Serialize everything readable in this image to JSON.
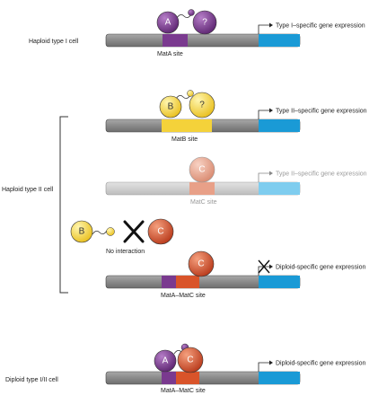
{
  "labels": {
    "haploid_type1": "Haploid type I cell",
    "haploid_type2": "Haploid type II cell",
    "diploid": "Diploid type I/II cell"
  },
  "rows": [
    {
      "site": "MatA site",
      "expression": "Type I–specific gene expression",
      "proteins": [
        "A",
        "?"
      ]
    },
    {
      "site": "MatB site",
      "expression": "Type II–specific gene expression",
      "proteins": [
        "B",
        "?"
      ]
    },
    {
      "site": "MatC site",
      "expression": "Type II–specific gene expression",
      "proteins": [
        "C"
      ]
    },
    {
      "site": "MatA–MatC site",
      "expression": "Diploid-specific gene expression",
      "proteins": [
        "C"
      ]
    },
    {
      "site": "MatA–MatC site",
      "expression": "Diploid-specific gene expression",
      "proteins": [
        "A",
        "C"
      ]
    }
  ],
  "interaction": {
    "left_protein": "B",
    "right_protein": "C",
    "text": "No interaction"
  },
  "colors": {
    "dna": "#8c8c8c",
    "dna_light": "#cfcfcf",
    "gene": "#1a9ad6",
    "gene_light": "#7fcdef",
    "purple": "#7a3a8f",
    "yellow": "#f4d23a",
    "orange": "#d9542a",
    "salmon": "#e8a088"
  }
}
